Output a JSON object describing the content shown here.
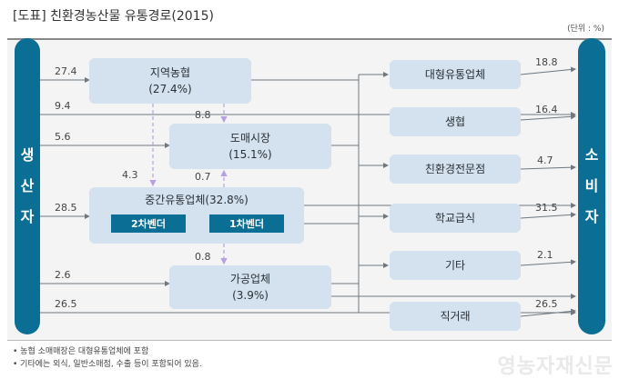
{
  "title": "[도표] 친환경농산물 유통경로(2015)",
  "unit": "(단위 : %)",
  "producer": [
    "생",
    "산",
    "자"
  ],
  "consumer": [
    "소",
    "비",
    "자"
  ],
  "nodes": {
    "local_coop": {
      "label": "지역농협",
      "share": "(27.4%)"
    },
    "wholesale": {
      "label": "도매시장",
      "share": "(15.1%)"
    },
    "middle": {
      "label": "중간유통업체(32.8%)",
      "sub1": "2차벤더",
      "sub2": "1차벤더"
    },
    "processing": {
      "label": "가공업체",
      "share": "(3.9%)"
    }
  },
  "channels": [
    "대형유통업체",
    "생협",
    "친환경전문점",
    "학교급식",
    "기타",
    "직거래"
  ],
  "values": {
    "in_local": "27.4",
    "in_coop": "9.4",
    "in_wholesale": "5.6",
    "in_middle": "28.5",
    "in_processing": "2.6",
    "in_direct": "26.5",
    "local_to_wholesale": "8.8",
    "local_to_middle": "4.3",
    "middle_to_wholesale": "0.7",
    "middle_to_processing": "0.8",
    "out_large": "18.8",
    "out_coop": "16.4",
    "out_eco": "4.7",
    "out_school": "31.5",
    "out_other": "2.1",
    "out_direct": "26.5"
  },
  "notes": [
    "• 농협 소매매장은 대형유통업체에 포함",
    "• 기타에는 외식, 일반소매점, 수출 등이 포함되어 있음."
  ],
  "watermark": "영농자재신문",
  "colors": {
    "side": "#0b6e95",
    "box": "#d3e2ee",
    "dashed": "#b6a0e0",
    "line": "#6d7880"
  }
}
